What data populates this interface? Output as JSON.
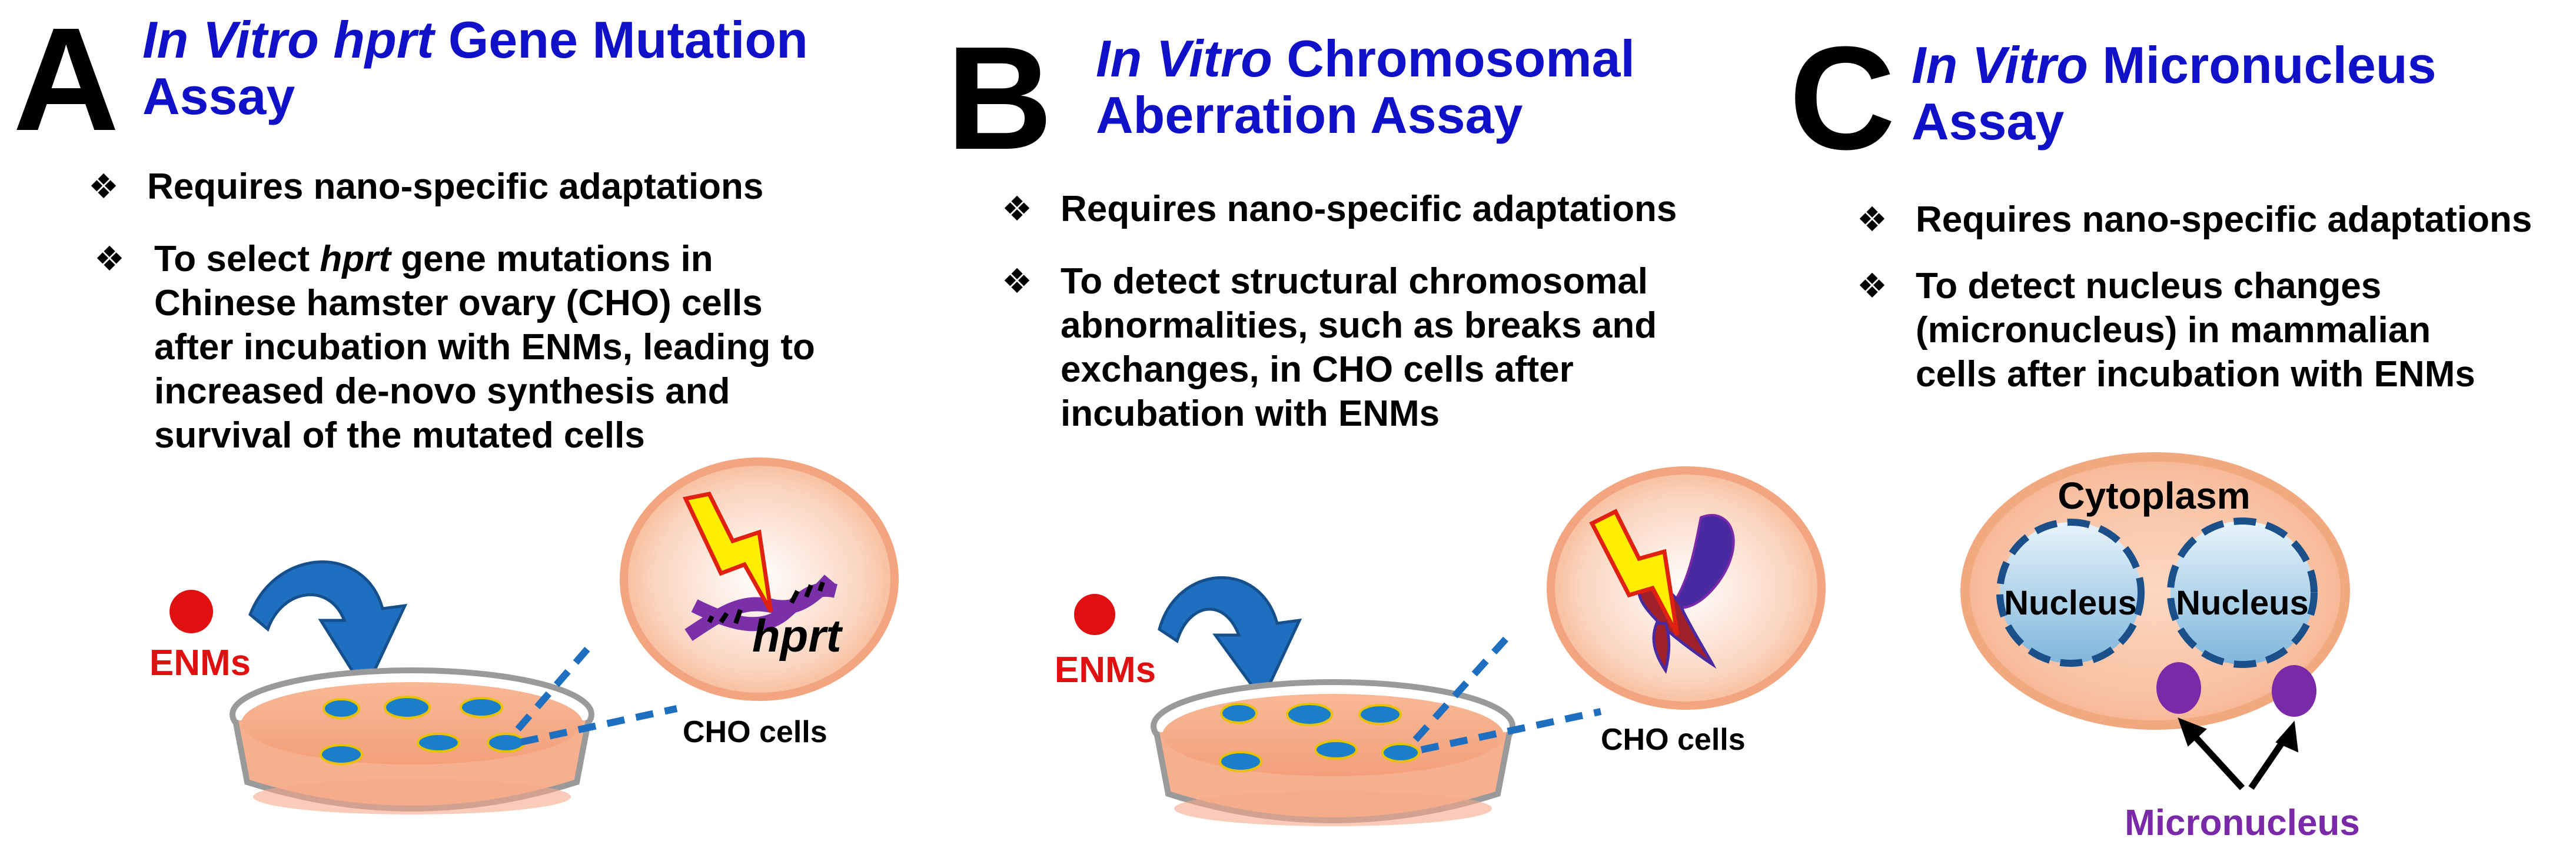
{
  "panel_a": {
    "letter": "A",
    "title_italic_1": "In Vitro",
    "title_italic_2": "hprt",
    "title_rest": "Gene Mutation",
    "title_line2": "Assay",
    "bullet1": "Requires nano-specific adaptations",
    "bullet2_pre": "To select",
    "bullet2_italic": "hprt",
    "bullet2_post": "gene mutations in",
    "bullet2_l2": "Chinese hamster ovary (CHO) cells",
    "bullet2_l3": "after incubation with ENMs, leading to",
    "bullet2_l4": "increased de-novo synthesis and",
    "bullet2_l5": "survival of the mutated cells",
    "enm_label": "ENMs",
    "cells_label": "CHO cells",
    "gene_label": "hprt"
  },
  "panel_b": {
    "letter": "B",
    "title_italic": "In Vitro",
    "title_rest": "Chromosomal",
    "title_line2": "Aberration Assay",
    "bullet1": "Requires nano-specific adaptations",
    "bullet2_l1": "To detect structural chromosomal",
    "bullet2_l2": "abnormalities, such as breaks and",
    "bullet2_l3": "exchanges, in CHO cells after",
    "bullet2_l4": "incubation with ENMs",
    "enm_label": "ENMs",
    "cells_label": "CHO cells"
  },
  "panel_c": {
    "letter": "C",
    "title_italic": "In Vitro",
    "title_rest": "Micronucleus",
    "title_line2": "Assay",
    "bullet1": "Requires nano-specific adaptations",
    "bullet2_l1": "To detect nucleus changes",
    "bullet2_l2": "(micronucleus) in mammalian",
    "bullet2_l3": "cells after incubation with ENMs",
    "cytoplasm_label": "Cytoplasm",
    "nucleus_label_1": "Nucleus",
    "nucleus_label_2": "Nucleus",
    "micronucleus_label": "Micronucleus"
  },
  "bullet_symbol": "❖",
  "colors": {
    "title": "#1010c8",
    "enm_red": "#e01010",
    "dish_fill": "#f5a882",
    "cell_blue": "#1a7fc8",
    "arrow_blue": "#1f6fc0",
    "lightning": "#ffee00",
    "dna_purple": "#7b2fa8",
    "micronucleus_purple": "#7a2aa8"
  }
}
